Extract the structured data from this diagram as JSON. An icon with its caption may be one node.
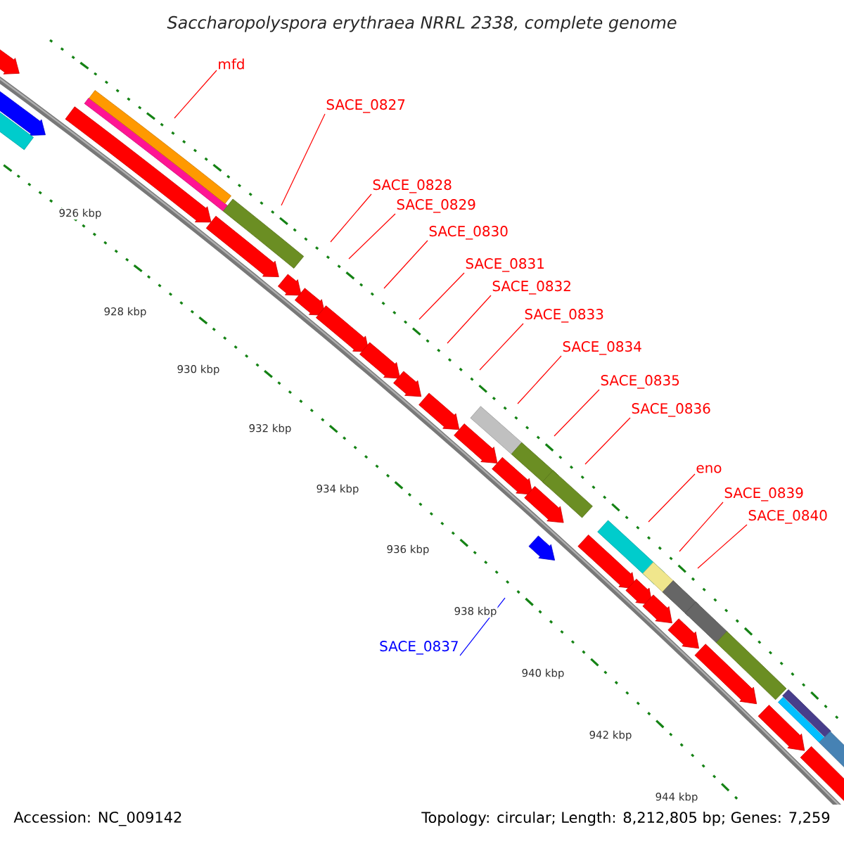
{
  "diagram": {
    "title": "Saccharopolyspora erythraea NRRL 2338, complete genome",
    "nodes": [
      {
        "text": [
          "mfd"
        ]
      },
      {
        "text": [
          "SACE_0827"
        ]
      },
      {
        "text": [
          "SACE_0828"
        ]
      },
      {
        "text": [
          "SACE_0829"
        ]
      },
      {
        "text": [
          "SACE_0830"
        ]
      },
      {
        "text": [
          "SACE_0831"
        ]
      },
      {
        "text": [
          "SACE_0832"
        ]
      },
      {
        "text": [
          "SACE_0833"
        ]
      },
      {
        "text": [
          "SACE_0834"
        ]
      },
      {
        "text": [
          "SACE_0835"
        ]
      },
      {
        "text": [
          "SACE_0836"
        ]
      },
      {
        "text": [
          "eno"
        ]
      },
      {
        "text": [
          "SACE_0839"
        ]
      },
      {
        "text": [
          "SACE_0840"
        ]
      },
      {
        "text": [
          "SACE_0837"
        ]
      }
    ],
    "edges": [
      {
        "from": 0,
        "to": null,
        "arrow": "none"
      },
      {
        "from": 1,
        "to": null,
        "arrow": "none"
      },
      {
        "from": 2,
        "to": null,
        "arrow": "none"
      },
      {
        "from": 3,
        "to": null,
        "arrow": "none"
      },
      {
        "from": 4,
        "to": null,
        "arrow": "none"
      },
      {
        "from": 5,
        "to": null,
        "arrow": "none"
      },
      {
        "from": 6,
        "to": null,
        "arrow": "none"
      },
      {
        "from": 7,
        "to": null,
        "arrow": "none"
      },
      {
        "from": 8,
        "to": null,
        "arrow": "none"
      },
      {
        "from": 9,
        "to": null,
        "arrow": "none"
      },
      {
        "from": 10,
        "to": null,
        "arrow": "none"
      },
      {
        "from": 11,
        "to": null,
        "arrow": "none"
      },
      {
        "from": 12,
        "to": null,
        "arrow": "none"
      },
      {
        "from": 13,
        "to": null,
        "arrow": "none"
      },
      {
        "from": 14,
        "to": null,
        "arrow": "none",
        "color": "#0000ff"
      }
    ],
    "labels": [
      "926 kbp",
      "928 kbp",
      "930 kbp",
      "932 kbp",
      "934 kbp",
      "936 kbp",
      "938 kbp",
      "940 kbp",
      "942 kbp",
      "944 kbp",
      "Accession: NC_009142",
      "Topology: circular; Length: 8,212,805 bp; Genes: 7,259"
    ]
  }
}
